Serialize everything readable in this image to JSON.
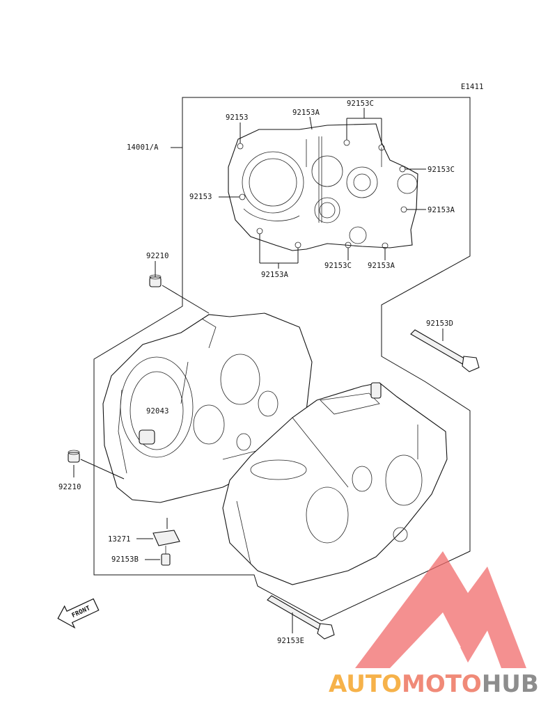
{
  "diagram_code": "E1411",
  "labels": {
    "crankcase_assy": "14001/A",
    "bolt_92153_top_left": "92153",
    "bolt_92153a_top": "92153A",
    "bolt_92153c_top": "92153C",
    "bolt_92153c_right": "92153C",
    "bolt_92153_left": "92153",
    "bolt_92153a_right": "92153A",
    "bolt_92153a_bottom_left": "92153A",
    "bolt_92153c_bottom": "92153C",
    "bolt_92153a_bottom_right": "92153A",
    "dowel_92210_top": "92210",
    "bolt_92153d": "92153D",
    "bearing_92043": "92043",
    "dowel_92210_left": "92210",
    "plate_13271": "13271",
    "bolt_92153b": "92153B",
    "bolt_92153e": "92153E",
    "front_arrow": "FRONT"
  },
  "watermark": {
    "part1": "AUTO",
    "part2": "MOTO",
    "part3": "HUB",
    "colors": {
      "auto": "#f6b24a",
      "moto": "#f08a78",
      "hub": "#8d8d8d",
      "triangle": "#f06b6b"
    }
  }
}
